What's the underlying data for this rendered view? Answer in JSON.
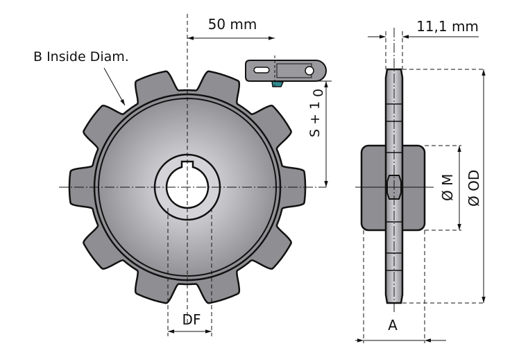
{
  "labels": {
    "pitch": "50 mm",
    "width": "11,1 mm",
    "inside_diam": "B  Inside Diam.",
    "s_plus": "S + 1",
    "s_zero": "0",
    "bore_diam": "Ø M",
    "outer_diam": "Ø OD",
    "df": "DF",
    "hub_width": "A"
  },
  "colors": {
    "body": "#8f8f93",
    "hub_light": "#c8c8cc",
    "chain_accent": "#2f8a8f"
  },
  "sprocket": {
    "teeth": 10
  }
}
